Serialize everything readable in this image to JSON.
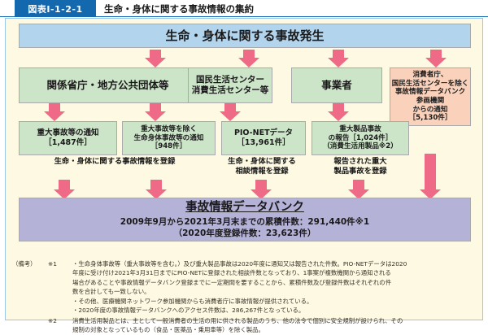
{
  "figure": {
    "badge": "図表Ⅰ-1-2-1",
    "title": "生命・身体に関する事故情報の集約"
  },
  "diagram": {
    "type": "flow",
    "header_box": "生命・身体に関する事故発生",
    "row_sources": [
      {
        "label": "関係省庁・地方公共団体等"
      },
      {
        "label": "国民生活センター\n消費生活センター等",
        "line1": "国民生活センター",
        "line2": "消費生活センター等"
      },
      {
        "label": "事業者"
      },
      {
        "label": "消費者庁、国民生活センターを除く事故情報データバンク参画機関からの通知［5,130件］",
        "line1": "消費者庁、",
        "line2": "国民生活センターを除く",
        "line3": "事故情報データバンク",
        "line4": "参画機関",
        "line5": "からの通知",
        "line6": "［5,130件］"
      }
    ],
    "row_reports": [
      {
        "line1": "重大事故等の通知",
        "line2": "［1,487件］"
      },
      {
        "line1": "重大事故等を除く",
        "line2": "生命身体事故等の通知",
        "line3": "［948件］"
      },
      {
        "line1": "PIO-NETデータ",
        "line2": "［13,961件］"
      },
      {
        "line1": "重大製品事故",
        "line2": "の報告［1,024件］",
        "line3": "（消費生活用製品※2）"
      }
    ],
    "captions": [
      {
        "line1": "生命・身体に関する事故情報を登録"
      },
      {
        "line1": "生命・身体に関する",
        "line2": "相談情報を登録"
      },
      {
        "line1": "報告された重大",
        "line2": "製品事故を登録"
      }
    ],
    "databank": {
      "title": "事故情報データバンク",
      "line1": "2009年9月から2021年3月末までの累積件数：291,440件※1",
      "line2": "（2020年度登録件数：23,623件）"
    },
    "colors": {
      "header_blue": "#b3d4ed",
      "source_green": "#cce4c8",
      "source_orange": "#fad2bb",
      "databank_purple": "#b5b2d8",
      "arrow_pink": "#ee6a87",
      "panel_background": "#fdf9e3",
      "badge_blue": "#1468ae"
    }
  },
  "notes": {
    "label": "（備考）",
    "mark1": "※1",
    "mark2": "※2",
    "n1_l1": "・生命身体事故等（重大事故等を含む。）及び重大製品事故は2020年度に通知又は報告された件数。PIO-NETデータは2020",
    "n1_l2": "年度に受け付け2021年3月31日までにPIO-NETに登録された相談件数となっており、1事案が複数機関から通知される",
    "n1_l3": "場合があることや事故情報データバンク登録までに一定期間を要することから、累積件数及び登録件数はそれぞれの件",
    "n1_l4": "数を合計しても一致しない。",
    "n2_l1": "・その他、医療機関ネットワーク参加機関からも消費者庁に事故情報が提供されている。",
    "n3_l1": "・2020年度の事故情報データバンクへのアクセス件数は、286,267件となっている。",
    "n4_l1": "消費生活用製品とは、主として一般消費者の生活の用に供される製品のうち、他の法令で個別に安全規制が設けられ、その",
    "n4_l2": "規制の対象となっているもの（食品・医薬品・乗用車等）を除く製品。"
  }
}
